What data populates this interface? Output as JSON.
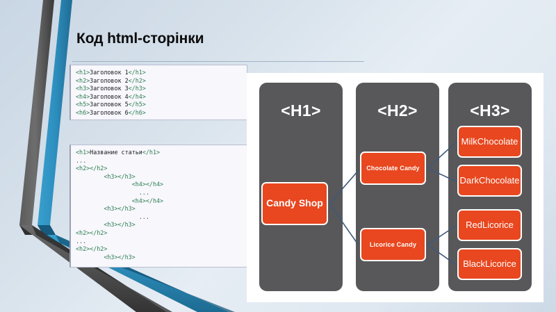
{
  "slide": {
    "title": "Код html-сторінки"
  },
  "code_block_1": {
    "lines": [
      {
        "indent": 0,
        "tag_open": "<h1>",
        "text": "Заголовок 1",
        "tag_close": "</h1>"
      },
      {
        "indent": 0,
        "tag_open": "<h2>",
        "text": "Заголовок 2",
        "tag_close": "</h2>"
      },
      {
        "indent": 0,
        "tag_open": "<h3>",
        "text": "Заголовок 3",
        "tag_close": "</h3>"
      },
      {
        "indent": 0,
        "tag_open": "<h4>",
        "text": "Заголовок 4",
        "tag_close": "</h4>"
      },
      {
        "indent": 0,
        "tag_open": "<h5>",
        "text": "Заголовок 5",
        "tag_close": "</h5>"
      },
      {
        "indent": 0,
        "tag_open": "<h6>",
        "text": "Заголовок 6",
        "tag_close": "</h6>"
      }
    ]
  },
  "code_block_2": {
    "lines": [
      {
        "indent": 0,
        "tag_open": "<h1>",
        "text": "Название статьи",
        "tag_close": "</h1>"
      },
      {
        "indent": 0,
        "ellipsis": "..."
      },
      {
        "indent": 0,
        "tag_open": "<h2>",
        "text": "",
        "tag_close": "</h2>"
      },
      {
        "indent": 8,
        "tag_open": "<h3>",
        "text": "",
        "tag_close": "</h3>"
      },
      {
        "indent": 16,
        "tag_open": "<h4>",
        "text": "",
        "tag_close": "</h4>"
      },
      {
        "indent": 18,
        "ellipsis": "..."
      },
      {
        "indent": 16,
        "tag_open": "<h4>",
        "text": "",
        "tag_close": "</h4>"
      },
      {
        "indent": 8,
        "tag_open": "<h3>",
        "text": "",
        "tag_close": "</h3>"
      },
      {
        "indent": 18,
        "ellipsis": "..."
      },
      {
        "indent": 8,
        "tag_open": "<h3>",
        "text": "",
        "tag_close": "</h3>"
      },
      {
        "indent": 0,
        "tag_open": "<h2>",
        "text": "",
        "tag_close": "</h2>"
      },
      {
        "indent": 0,
        "ellipsis": "..."
      },
      {
        "indent": 0,
        "tag_open": "<h2>",
        "text": "",
        "tag_close": "</h2>"
      },
      {
        "indent": 8,
        "tag_open": "<h3>",
        "text": "",
        "tag_close": "</h3>"
      }
    ]
  },
  "diagram": {
    "columns": [
      {
        "id": "h1",
        "label": "<H1>"
      },
      {
        "id": "h2",
        "label": "<H2>"
      },
      {
        "id": "h3",
        "label": "<H3>"
      }
    ],
    "nodes": {
      "candy_shop": "Candy Shop",
      "chocolate_candy": "Chocolate Candy",
      "licorice_candy": "Licorice Candy",
      "milk_chocolate": "Milk\nChocolate",
      "dark_chocolate": "Dark\nChocolate",
      "red_licorice": "Red\nLicorice",
      "black_licorice": "Black\nLicorice"
    },
    "colors": {
      "node_fill": "#e8471f",
      "node_border": "#ffffff",
      "column_fill": "#58585a",
      "panel_fill": "#ffffff",
      "connector": "#3f5878"
    },
    "connections": [
      {
        "from": "candy_shop",
        "to": "chocolate_candy"
      },
      {
        "from": "candy_shop",
        "to": "licorice_candy"
      },
      {
        "from": "chocolate_candy",
        "to": "milk_chocolate"
      },
      {
        "from": "chocolate_candy",
        "to": "dark_chocolate"
      },
      {
        "from": "licorice_candy",
        "to": "red_licorice"
      },
      {
        "from": "licorice_candy",
        "to": "black_licorice"
      }
    ]
  },
  "theme": {
    "background_light": "#e6edf4",
    "background_dark": "#c9d6e4",
    "beam_gray": "#4d4d4d",
    "beam_blue": "#2d8fbf",
    "title_color": "#0b0b0b",
    "code_tag_color": "#2e7d52",
    "code_text_color": "#17181a"
  }
}
